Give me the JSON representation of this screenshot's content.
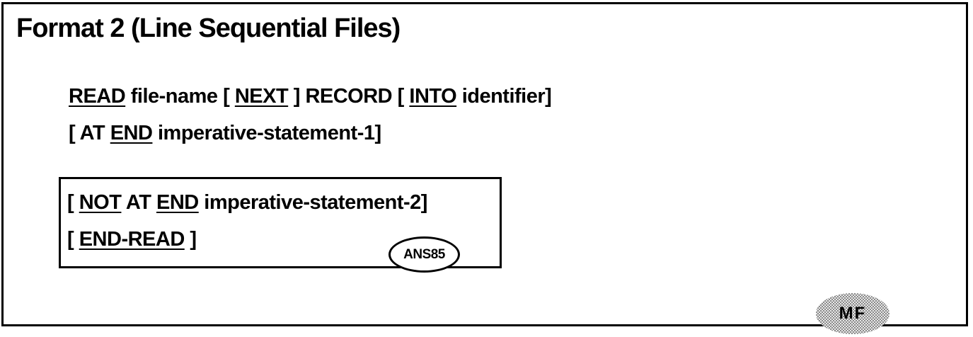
{
  "title": "Format 2 (Line Sequential Files)",
  "syntax": {
    "line1": {
      "read_kw": "READ",
      "text_a": " file-name [ ",
      "next_kw": "NEXT",
      "text_b": " ] RECORD [ ",
      "into_kw": "INTO",
      "text_c": " identifier]"
    },
    "line2": {
      "text_a": "[ AT ",
      "end_kw": "END",
      "text_b": " imperative-statement-1]"
    }
  },
  "ans85_box": {
    "line3": {
      "text_a": "[ ",
      "not_kw": "NOT",
      "text_b": " AT ",
      "end_kw": "END",
      "text_c": " imperative-statement-2]"
    },
    "line4": {
      "text_a": "[  ",
      "end_read_kw": "END-READ",
      "text_b": " ]"
    },
    "badge": "ANS85"
  },
  "mf_badge": "MF"
}
